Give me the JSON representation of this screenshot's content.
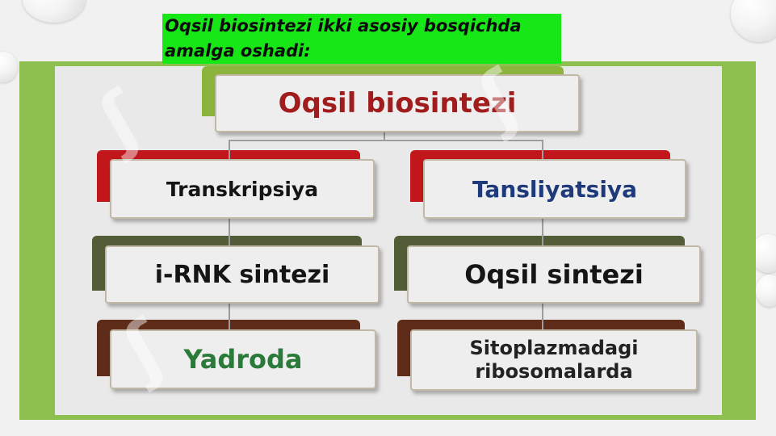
{
  "caption": "Oqsil biosintezi ikki asosiy bosqichda amalga oshadi:",
  "diagram": {
    "root": "Oqsil biosintezi",
    "left": [
      "Transkripsiya",
      "i-RNK sintezi",
      "Yadroda"
    ],
    "right": [
      "Tansliyatsiya",
      "Oqsil sintezi",
      "Sitoplazmadagi ribosomalarda"
    ]
  },
  "colors": {
    "panel_green": "#8ec04f",
    "caption_bg": "#17e617",
    "root_text": "#a11c1c",
    "red_tab": "#c0161c",
    "olive_tab": "#525c36",
    "brown_tab": "#5e2c18",
    "left_text": "#151515",
    "right_text": "#1e3a7a",
    "yadroda_text": "#2a7a3a"
  }
}
